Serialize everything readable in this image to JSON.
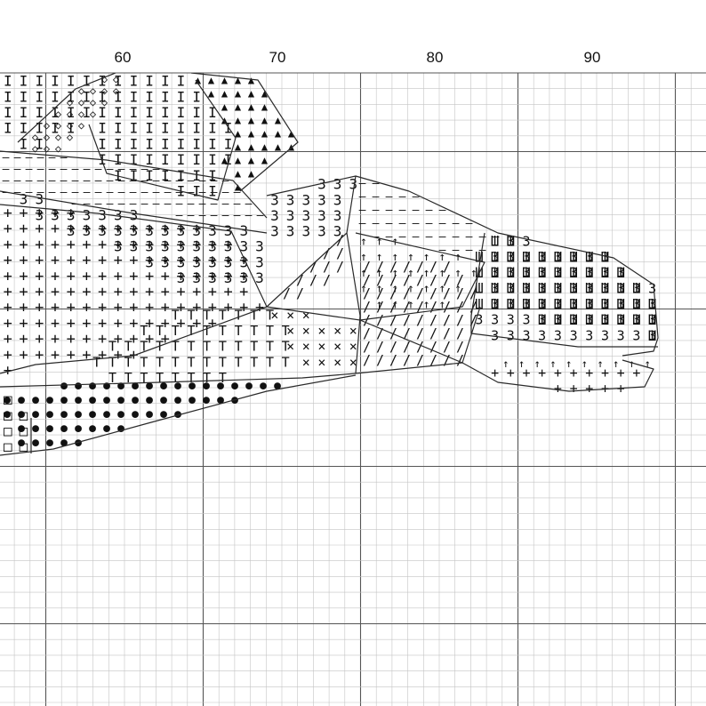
{
  "pattern": {
    "column_labels": [
      "60",
      "70",
      "80",
      "90"
    ],
    "colors": {
      "background": "#ffffff",
      "minor_grid": "#c4c4c4",
      "major_grid": "#555555",
      "outline": "#2a2a2a",
      "symbol": "#111111"
    },
    "regions": [
      {
        "name": "region-dashes-upper",
        "symbol": "–"
      },
      {
        "name": "region-i-block",
        "symbol": "I"
      },
      {
        "name": "region-triangles",
        "symbol": "▲"
      },
      {
        "name": "region-diamonds",
        "symbol": "◇"
      },
      {
        "name": "region-threes-upper",
        "symbol": "3"
      },
      {
        "name": "region-pluses",
        "symbol": "+"
      },
      {
        "name": "region-threes-mid",
        "symbol": "3"
      },
      {
        "name": "region-tees",
        "symbol": "T"
      },
      {
        "name": "region-dots-belly",
        "symbol": "●"
      },
      {
        "name": "region-squares",
        "symbol": "□"
      },
      {
        "name": "region-slashes",
        "symbol": "/"
      },
      {
        "name": "region-crosses",
        "symbol": "×"
      },
      {
        "name": "region-dashes-head",
        "symbol": "–"
      },
      {
        "name": "region-arrows",
        "symbol": "↑"
      },
      {
        "name": "region-e-block",
        "symbol": "Ш"
      },
      {
        "name": "region-threes-head",
        "symbol": "3"
      },
      {
        "name": "region-jaw-pluses",
        "symbol": "+"
      },
      {
        "name": "region-jaw-arrows",
        "symbol": "↑"
      }
    ]
  }
}
